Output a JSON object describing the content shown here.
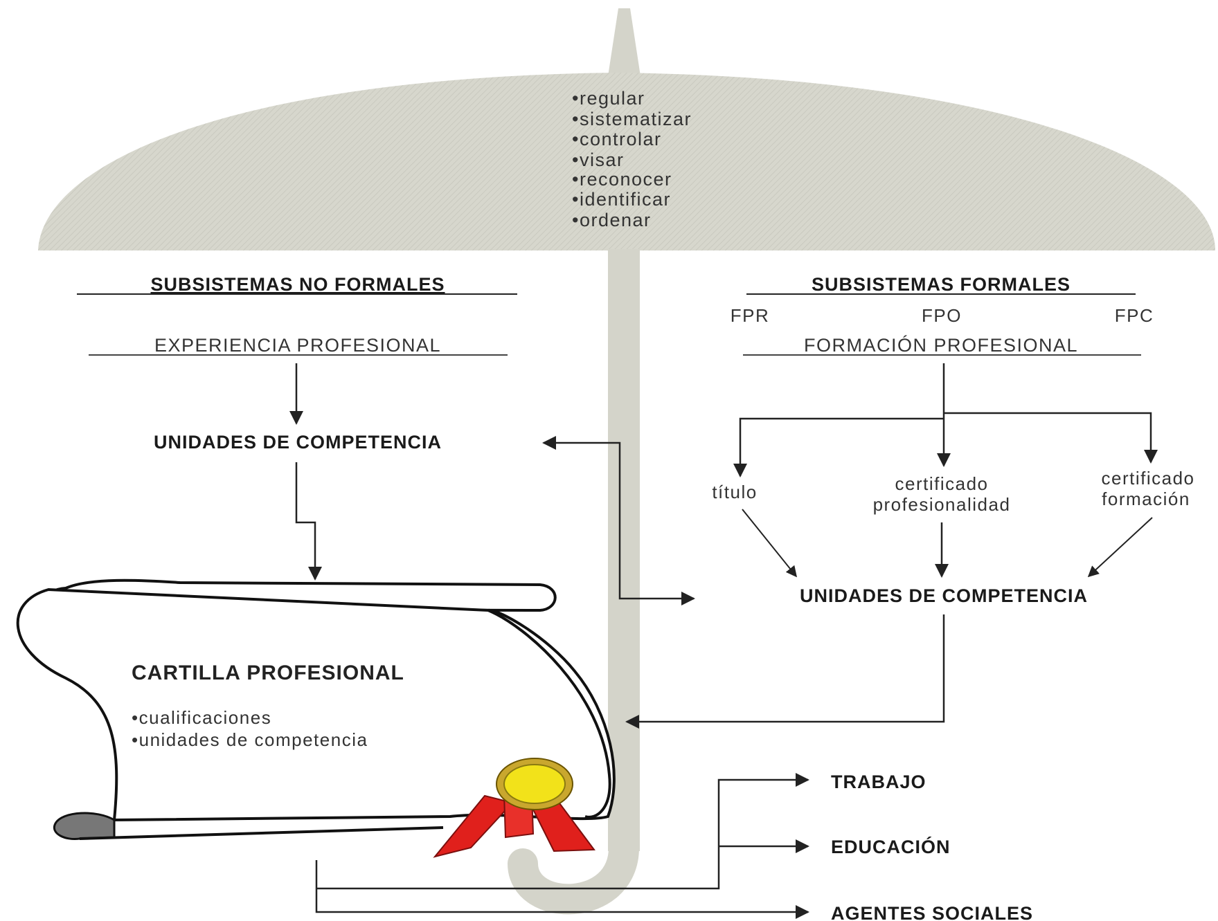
{
  "umbrella": {
    "functions": [
      "•regular",
      "•sistematizar",
      "•controlar",
      "•visar",
      "•reconocer",
      "•identificar",
      "•ordenar"
    ]
  },
  "left": {
    "heading": "SUBSISTEMAS NO FORMALES",
    "source": "EXPERIENCIA PROFESIONAL",
    "units": "UNIDADES DE COMPETENCIA"
  },
  "right": {
    "heading": "SUBSISTEMAS FORMALES",
    "types": [
      "FPR",
      "FPO",
      "FPC"
    ],
    "source": "FORMACIÓN PROFESIONAL",
    "outputs": {
      "titulo": "título",
      "cert_prof_line1": "certificado",
      "cert_prof_line2": "profesionalidad",
      "cert_form_line1": "certificado",
      "cert_form_line2": "formación"
    },
    "units": "UNIDADES DE COMPETENCIA"
  },
  "cartilla": {
    "title": "CARTILLA PROFESIONAL",
    "items": [
      "•cualificaciones",
      "•unidades de competencia"
    ]
  },
  "destinations": [
    "TRABAJO",
    "EDUCACIÓN",
    "AGENTES SOCIALES"
  ],
  "colors": {
    "umbrella": "#d6d6cc",
    "lines": "#222222",
    "ribbon": "#e0201c",
    "seal": "#f2e21a"
  }
}
